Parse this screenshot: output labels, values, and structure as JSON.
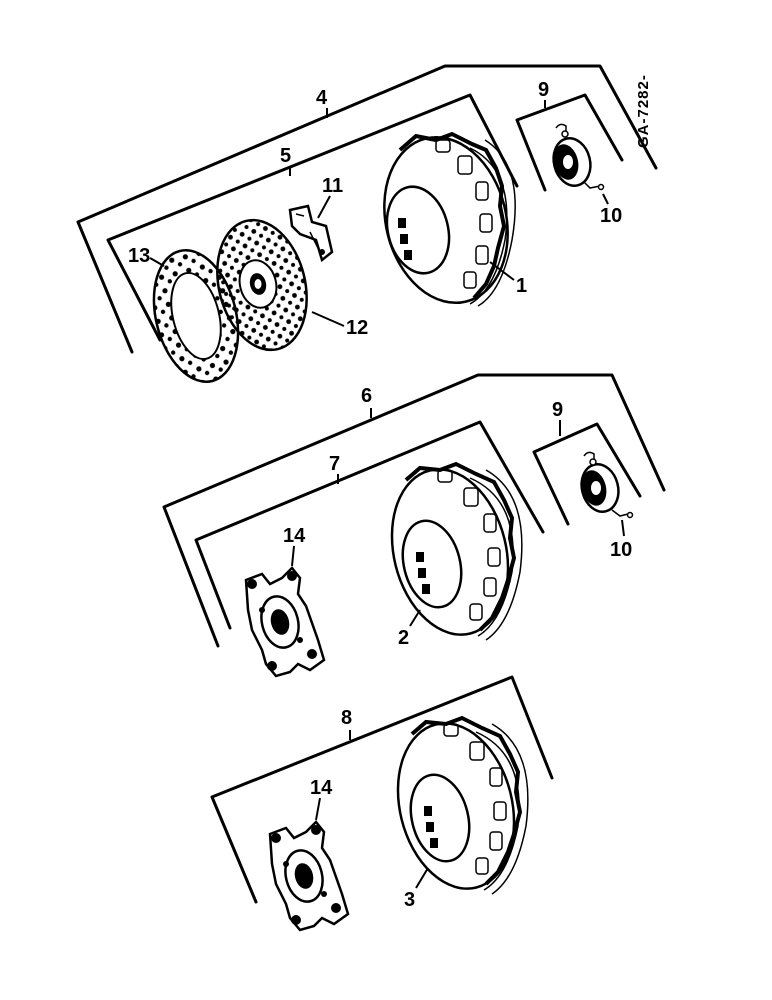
{
  "drawing_ref": "GA-7282-",
  "labels": {
    "l1": "1",
    "l2": "2",
    "l3": "3",
    "l4": "4",
    "l5": "5",
    "l6": "6",
    "l7": "7",
    "l8": "8",
    "l9a": "9",
    "l9b": "9",
    "l10a": "10",
    "l10b": "10",
    "l11": "11",
    "l12": "12",
    "l13": "13",
    "l14a": "14",
    "l14b": "14"
  }
}
